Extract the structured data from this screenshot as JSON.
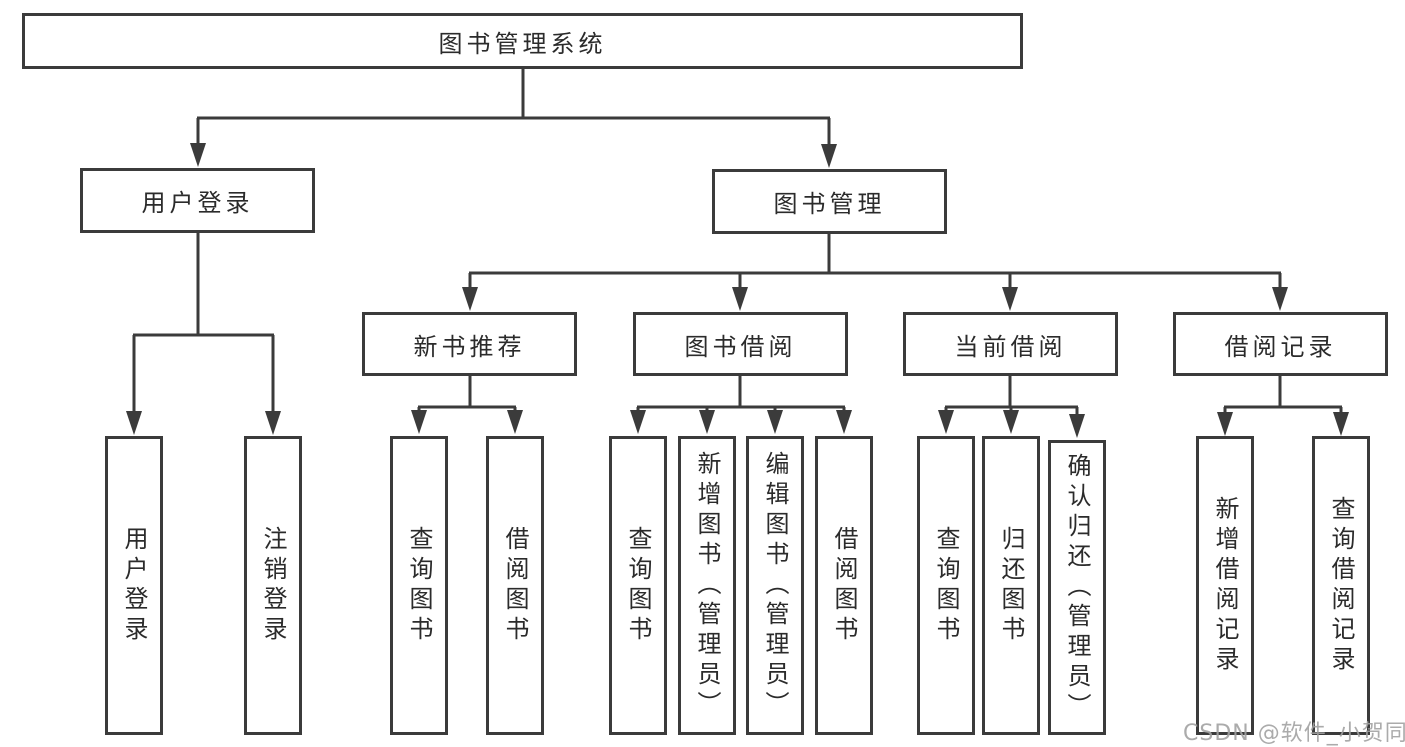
{
  "diagram": {
    "type": "functional-structure-tree",
    "background_color": "#ffffff",
    "line_color": "#3b3b3b",
    "box_border_color": "#3b3b3b",
    "text_color": "#2b2b2b",
    "watermark": {
      "text": "CSDN @软件_小贺同学",
      "color": "#a2a2a2"
    },
    "nodes": [
      {
        "id": "root",
        "label": "图书管理系统",
        "level": 1,
        "parent": null
      },
      {
        "id": "user-login",
        "label": "用户登录",
        "level": 2,
        "parent": "root"
      },
      {
        "id": "book-management",
        "label": "图书管理",
        "level": 2,
        "parent": "root"
      },
      {
        "id": "new-book-recommend",
        "label": "新书推荐",
        "level": 3,
        "parent": "book-management"
      },
      {
        "id": "book-borrowing",
        "label": "图书借阅",
        "level": 3,
        "parent": "book-management"
      },
      {
        "id": "current-borrowing",
        "label": "当前借阅",
        "level": 3,
        "parent": "book-management"
      },
      {
        "id": "borrowing-records",
        "label": "借阅记录",
        "level": 3,
        "parent": "book-management"
      },
      {
        "id": "leaf-user-login",
        "label": "用户登录",
        "level": 4,
        "parent": "user-login"
      },
      {
        "id": "leaf-logout",
        "label": "注销登录",
        "level": 4,
        "parent": "user-login"
      },
      {
        "id": "leaf-query-books-1",
        "label": "查询图书",
        "level": 4,
        "parent": "new-book-recommend"
      },
      {
        "id": "leaf-borrow-books-1",
        "label": "借阅图书",
        "level": 4,
        "parent": "new-book-recommend"
      },
      {
        "id": "leaf-query-books-2",
        "label": "查询图书",
        "level": 4,
        "parent": "book-borrowing"
      },
      {
        "id": "leaf-add-books",
        "label": "新增图书（管理员）",
        "level": 4,
        "parent": "book-borrowing"
      },
      {
        "id": "leaf-edit-books",
        "label": "编辑图书（管理员）",
        "level": 4,
        "parent": "book-borrowing"
      },
      {
        "id": "leaf-borrow-books-2",
        "label": "借阅图书",
        "level": 4,
        "parent": "book-borrowing"
      },
      {
        "id": "leaf-query-books-3",
        "label": "查询图书",
        "level": 4,
        "parent": "current-borrowing"
      },
      {
        "id": "leaf-return-books",
        "label": "归还图书",
        "level": 4,
        "parent": "current-borrowing"
      },
      {
        "id": "leaf-confirm-return",
        "label": "确认归还（管理员）",
        "level": 4,
        "parent": "current-borrowing"
      },
      {
        "id": "leaf-add-borrow-record",
        "label": "新增借阅记录",
        "level": 4,
        "parent": "borrowing-records"
      },
      {
        "id": "leaf-query-borrow-record",
        "label": "查询借阅记录",
        "level": 4,
        "parent": "borrowing-records"
      }
    ]
  }
}
